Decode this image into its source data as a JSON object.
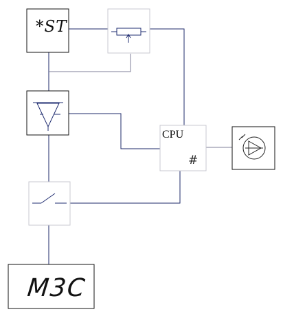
{
  "diagram": {
    "blocks": {
      "st": {
        "label": "*ST"
      },
      "potentiometer": {
        "label": ""
      },
      "amplifier": {
        "label": ""
      },
      "cpu": {
        "label": "CPU",
        "port_label": "#"
      },
      "display": {
        "label": ""
      },
      "switch": {
        "label": ""
      },
      "m3c": {
        "label": "M3C"
      }
    },
    "colors": {
      "wire": "#1e2a6a",
      "box_border": "#111111",
      "symbol": "#1f2c70",
      "background": "#ffffff"
    },
    "icons": [
      "potentiometer-icon",
      "amplifier-triangle-icon",
      "switch-icon",
      "lamp-display-icon"
    ]
  }
}
